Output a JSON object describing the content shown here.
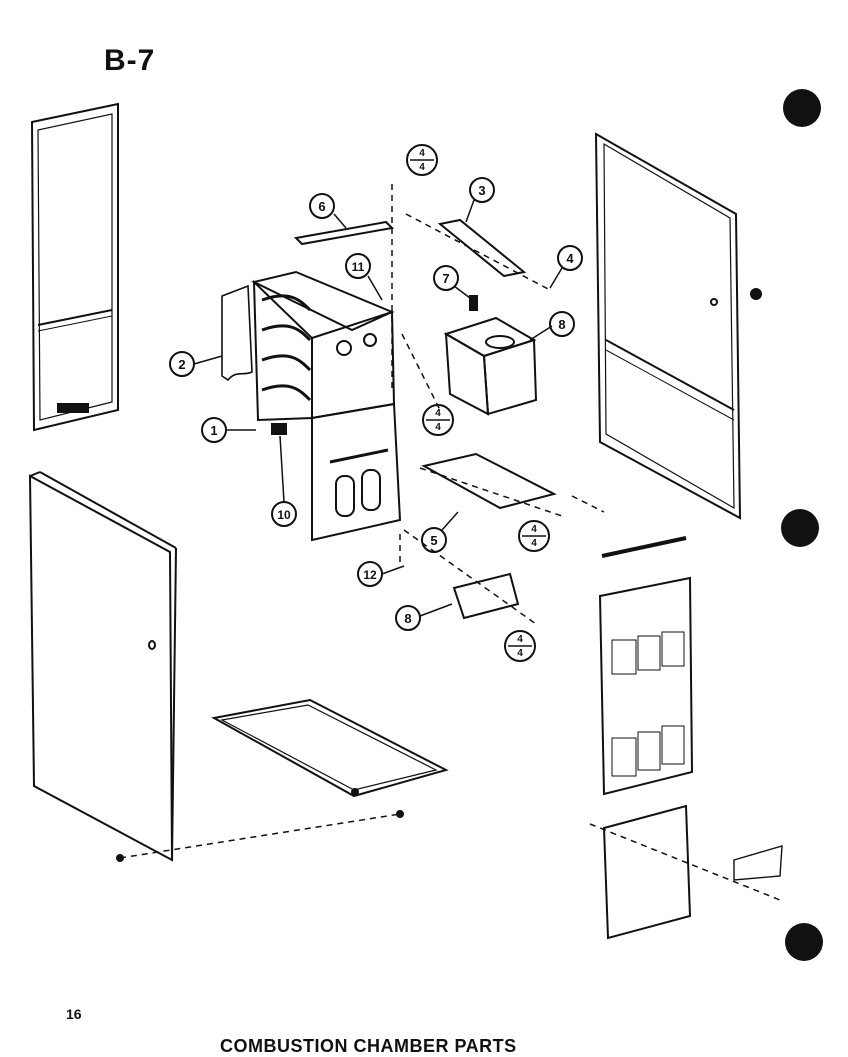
{
  "header": {
    "page_code": "B-7"
  },
  "footer": {
    "page_number": "16",
    "title": "COMBUSTION CHAMBER PARTS"
  },
  "callouts": {
    "c1": "1",
    "c2": "2",
    "c3": "3",
    "c4": "4",
    "c5": "5",
    "c6": "6",
    "c7": "7",
    "c8a": "8",
    "c8b": "8",
    "c10": "10",
    "c11": "11",
    "c12": "12",
    "screw_num": "4",
    "screw_den": "4"
  },
  "colors": {
    "ink": "#111111",
    "paper": "#ffffff"
  }
}
